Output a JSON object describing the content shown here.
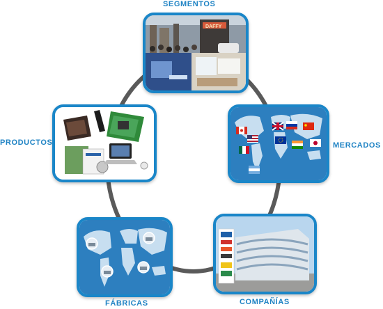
{
  "labels": {
    "segmentos": "SEGMENTOS",
    "productos": "PRODUCTOS",
    "mercados": "MERCADOS",
    "fabricas": "FÁBRICAS",
    "companias": "COMPAÑÍAS"
  },
  "photo_signs": {
    "daffy": "DAFFY"
  },
  "colors": {
    "accent": "#1f83c4",
    "frame": "#1a86c8",
    "ring": "#5a5a5a",
    "map_blue": "#2d7fbf"
  }
}
